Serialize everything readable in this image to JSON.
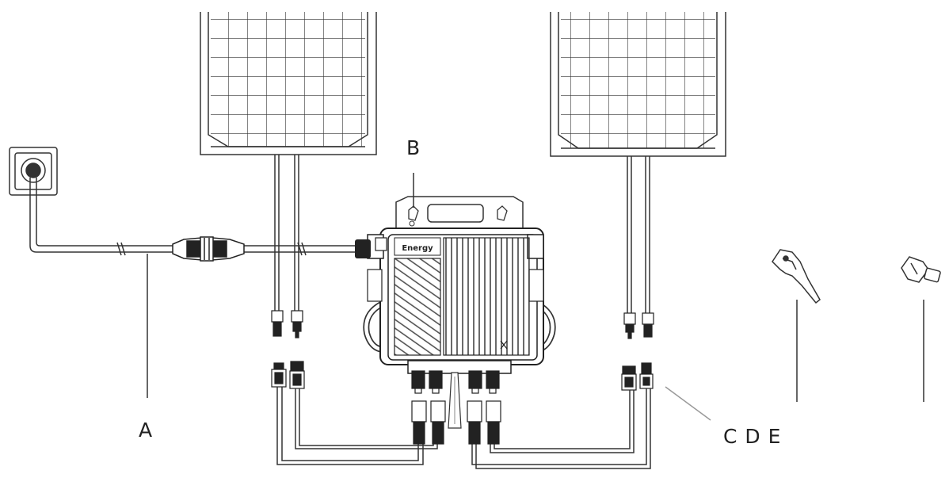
{
  "labels": {
    "a": "A",
    "b": "B",
    "cde": "C D E"
  },
  "inverter": {
    "brand_text": "Energy"
  },
  "colors": {
    "line": "#333333",
    "fill_dark": "#222222",
    "hatch": "#555555",
    "leader": "#999999"
  }
}
